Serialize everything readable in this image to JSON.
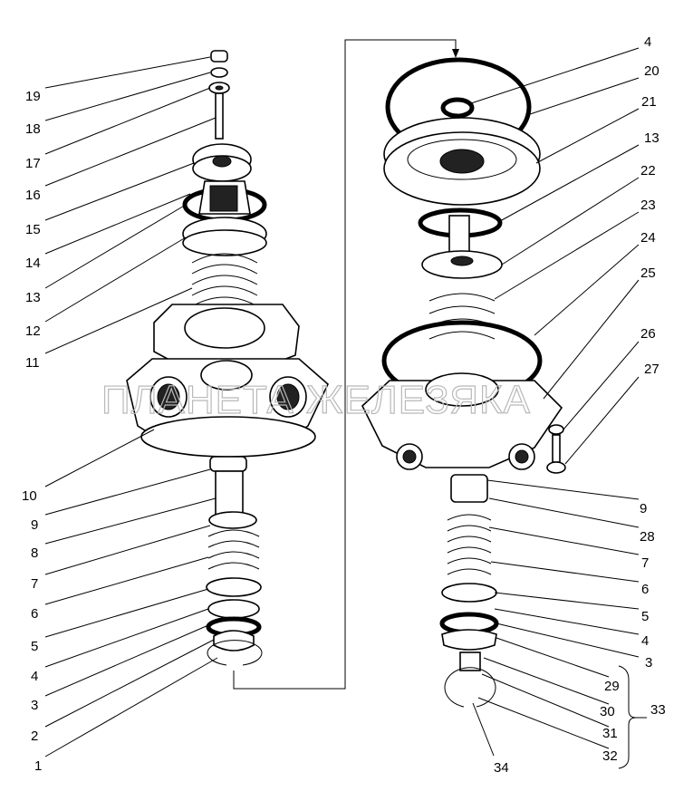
{
  "watermark": "ПЛАНЕТА ЖЕЛЕЗЯКА",
  "left_assembly": {
    "labels": [
      "19",
      "18",
      "17",
      "16",
      "15",
      "14",
      "13",
      "12",
      "11",
      "10",
      "9",
      "8",
      "7",
      "6",
      "5",
      "4",
      "3",
      "2",
      "1"
    ]
  },
  "right_assembly": {
    "labels": [
      "4",
      "20",
      "21",
      "13",
      "22",
      "23",
      "24",
      "25",
      "26",
      "27",
      "9",
      "28",
      "7",
      "6",
      "5",
      "4",
      "3",
      "29",
      "30",
      "31",
      "32",
      "34"
    ],
    "group_label": "33"
  }
}
